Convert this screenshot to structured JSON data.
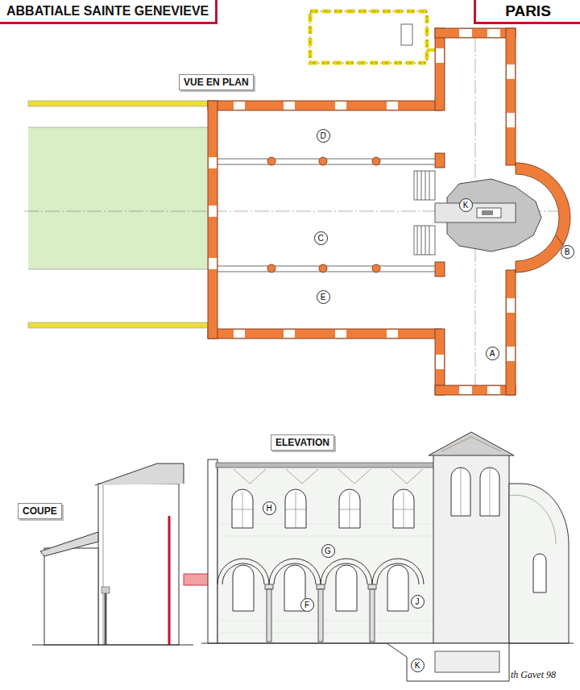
{
  "diagram": {
    "title": "ABBATIALE SAINTE GENEVIEVE",
    "nodes": [
      {
        "text": [
          "PARIS"
        ]
      },
      {
        "text": [
          "D"
        ]
      },
      {
        "text": [
          "K"
        ]
      },
      {
        "text": [
          "C"
        ]
      },
      {
        "text": [
          "B"
        ]
      },
      {
        "text": [
          "E"
        ]
      },
      {
        "text": [
          "A"
        ]
      },
      {
        "text": [
          "H"
        ]
      },
      {
        "text": [
          "G"
        ]
      },
      {
        "text": [
          "F"
        ]
      },
      {
        "text": [
          "J"
        ]
      },
      {
        "text": [
          "K"
        ]
      }
    ],
    "labels": [
      "VUE EN PLAN",
      "ELEVATION",
      "COUPE",
      "th Gavet 98"
    ]
  }
}
